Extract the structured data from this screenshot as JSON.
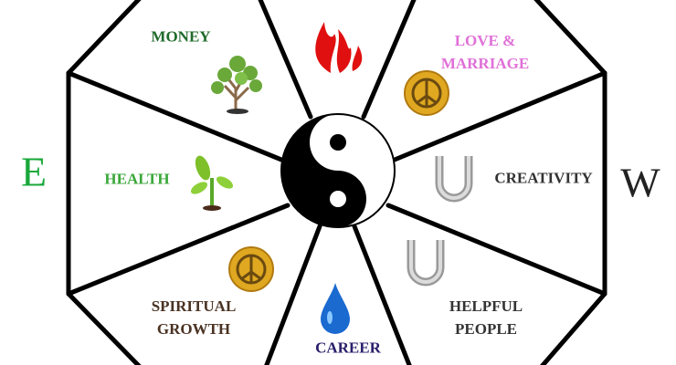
{
  "compass": {
    "east": "E",
    "west": "W"
  },
  "areas": {
    "money": "MONEY",
    "love_line1": "LOVE &",
    "love_line2": "MARRIAGE",
    "health": "HEALTH",
    "creativity": "CREATIVITY",
    "spiritual_line1": "SPIRITUAL",
    "spiritual_line2": "GROWTH",
    "career": "CAREER",
    "helpful_line1": "HELPFUL",
    "helpful_line2": "PEOPLE"
  },
  "colors": {
    "money": "#1f6b2a",
    "love": "#e070d8",
    "health": "#3aa83a",
    "east": "#1aa83a",
    "creativity": "#333333",
    "spiritual": "#4a3222",
    "career": "#2a1f6b",
    "helpful": "#333333",
    "west": "#222222"
  },
  "icons": [
    "tree-icon",
    "fire-icon",
    "peace-icon",
    "sprout-icon",
    "horseshoe-icon",
    "water-drop-icon",
    "yin-yang-icon"
  ]
}
